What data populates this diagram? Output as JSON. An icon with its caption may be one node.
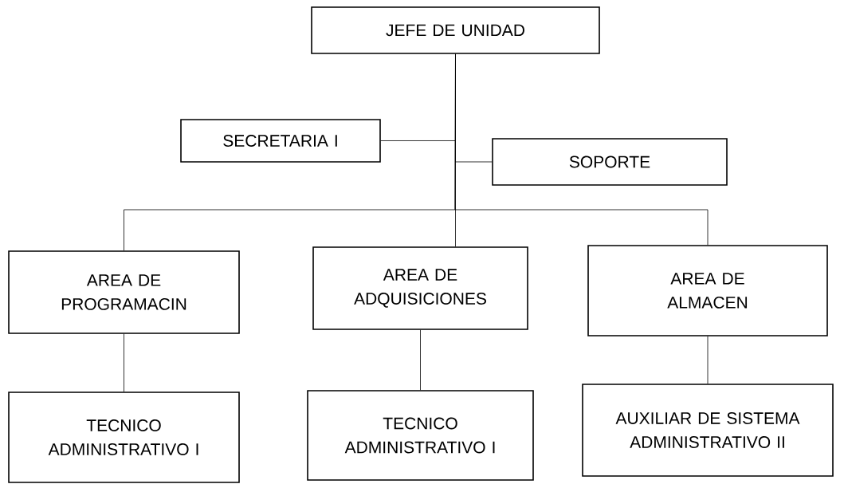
{
  "diagram": {
    "nodes": [
      {
        "text": [
          "JEFE DE UNIDAD"
        ]
      },
      {
        "text": [
          "SECRETARIA I"
        ]
      },
      {
        "text": [
          "SOPORTE"
        ]
      },
      {
        "text": [
          "AREA DE PROGRAMACIN"
        ]
      },
      {
        "text": [
          "AREA DE ADQUISICIONES"
        ]
      },
      {
        "text": [
          "AREA DE ALMACEN"
        ]
      },
      {
        "text": [
          "TECNICO ADMINISTRATIVO I"
        ]
      },
      {
        "text": [
          "TECNICO ADMINISTRATIVO I"
        ]
      },
      {
        "text": [
          "AUXILIAR DE SISTEMA ADMINISTRATIVO II"
        ]
      }
    ],
    "edges": [
      {
        "from": 0,
        "to": 1,
        "arrow": "none"
      },
      {
        "from": 0,
        "to": 2,
        "arrow": "none"
      },
      {
        "from": 0,
        "to": 3,
        "arrow": "none"
      },
      {
        "from": 0,
        "to": 4,
        "arrow": "none"
      },
      {
        "from": 0,
        "to": 5,
        "arrow": "none"
      },
      {
        "from": 3,
        "to": 6,
        "arrow": "none"
      },
      {
        "from": 4,
        "to": 7,
        "arrow": "none"
      },
      {
        "from": 5,
        "to": 8,
        "arrow": "none"
      }
    ]
  }
}
